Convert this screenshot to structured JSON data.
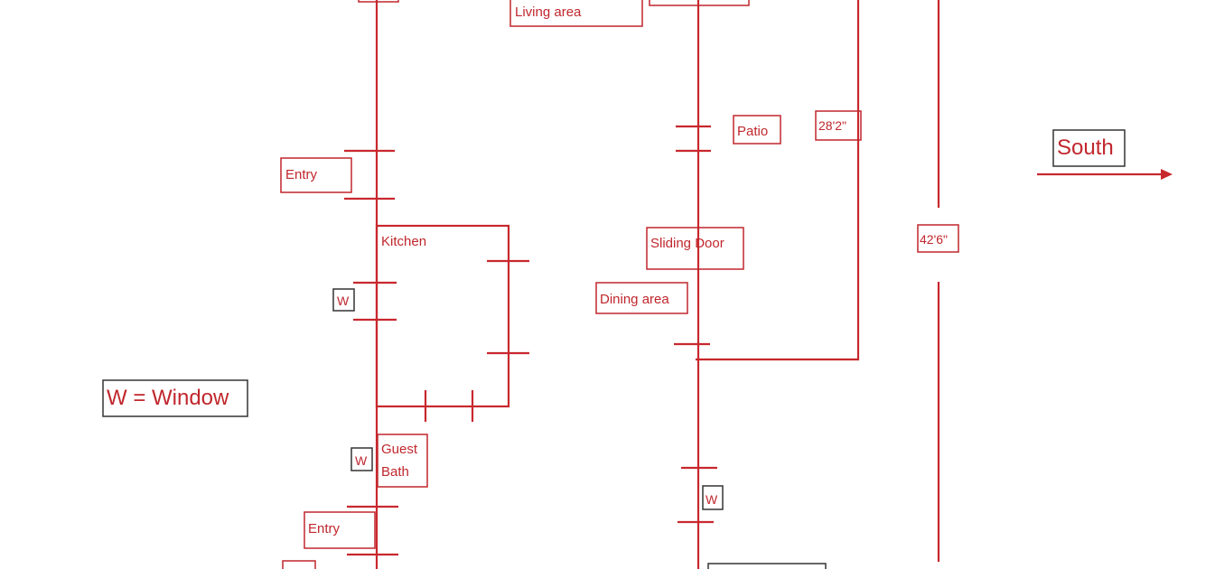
{
  "labels": {
    "living_area": "Living area",
    "patio": "Patio",
    "entry_top": "Entry",
    "kitchen": "Kitchen",
    "sliding_door": "Sliding Door",
    "dining_area": "Dining area",
    "guest_bath_line1": "Guest",
    "guest_bath_line2": "Bath",
    "entry_bottom": "Entry",
    "dim_short": "28'2\"",
    "dim_long": "42'6\"",
    "south": "South",
    "legend": "W = Window",
    "window_mark": "W"
  },
  "colors": {
    "line": "#c8282e",
    "text": "#c0272d",
    "dark_box": "#333333"
  }
}
